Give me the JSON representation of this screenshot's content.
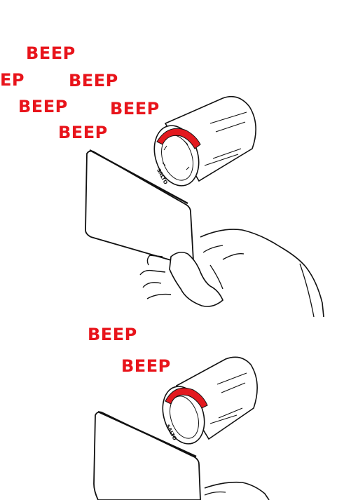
{
  "colors": {
    "beep": "#e8141b",
    "led_ring": "#e3191f",
    "line": "#111111",
    "fill": "#ffffff"
  },
  "panels": [
    {
      "beeps": [
        "BEEP",
        "EP",
        "BEEP",
        "BEEP",
        "BEEP",
        "BEEP"
      ],
      "lock_brand": "SALTO",
      "led_state": "red"
    },
    {
      "beeps": [
        "BEEP",
        "BEEP"
      ],
      "lock_brand": "SALTO",
      "led_state": "red"
    }
  ]
}
